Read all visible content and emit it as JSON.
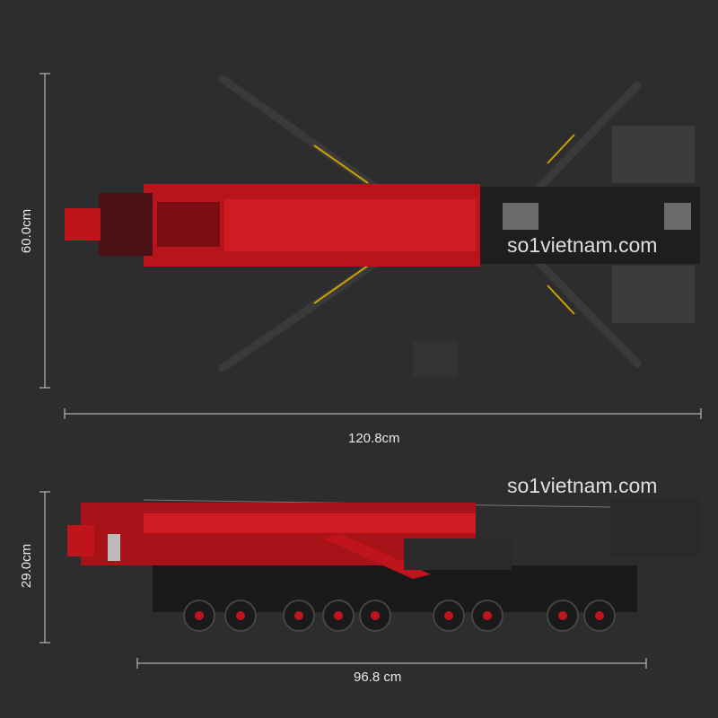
{
  "top_view": {
    "height_label": "60.0cm",
    "length_label": "120.8cm",
    "watermark": "so1vietnam.com"
  },
  "side_view": {
    "height_label": "29.0cm",
    "length_label": "96.8 cm",
    "watermark": "so1vietnam.com"
  },
  "colors": {
    "background": "#2d2d2d",
    "boom_red": "#c0141c",
    "chassis_black": "#1a1a1a",
    "dimension_line": "#cfcfcf"
  }
}
